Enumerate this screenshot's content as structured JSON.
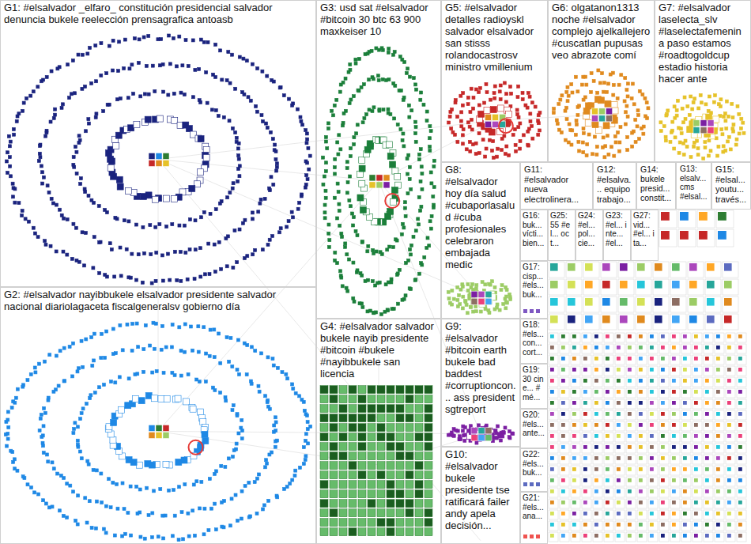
{
  "diagram": {
    "nodes": [
      {
        "text": [
          "G1: #elsalvador _elfaro_ constitución presidencial salvador denuncia bukele reelección prensagrafica antoasb"
        ]
      },
      {
        "text": [
          "G2: #elsalvador nayibbukele elsalvador presidente salvador nacional diariolagaceta fiscalgeneralsv gobierno día"
        ]
      },
      {
        "text": [
          "G3: usd sat #elsalvador #bitcoin 30 btc 63 900 maxkeiser 10"
        ]
      },
      {
        "text": [
          "G4: #elsalvador salvador bukele nayib presidente #bitcoin #bukele #nayibbukele san licencia"
        ]
      },
      {
        "text": [
          "G5: #elsalvador detalles radioyskl salvador elsalvador san stisss rolandocastrosv ministro vmillenium"
        ]
      },
      {
        "text": [
          "G6: olgatanon1313 noche #elsalvador complejo ajelkallejero #cuscatlan pupusas veo abrazote comí"
        ]
      },
      {
        "text": [
          "G7: #elsalvador laselecta_slv #laselectafemenina paso estamos #roadtogoldcup estadio historia hacer ante"
        ]
      },
      {
        "text": [
          "G8: #elsalvador hoy día salud #cubaporlasalud #cuba profesionales celebraron embajada medic"
        ]
      },
      {
        "text": [
          "G9: #elsalvador #bitcoin earth bukele bad baddest #corruptioncon... ass president sgtreport"
        ]
      },
      {
        "text": [
          "G10: #elsalvador bukele presidente tse ratificará failer andy apela decisión..."
        ]
      },
      {
        "text": [
          "G11: #elsalvador nueva electrolinera..."
        ]
      },
      {
        "text": [
          "G12: #elsalva... equipo trabajo..."
        ]
      },
      {
        "text": [
          "G14: bukele presid... constit..."
        ]
      },
      {
        "text": [
          "G13: elsalv... cms #elsal..."
        ]
      },
      {
        "text": [
          "G15: #elsal... youtu... través..."
        ]
      },
      {
        "text": [
          "G16: buk... vícti... bien..."
        ]
      },
      {
        "text": [
          "G25: 55 #el... oct..."
        ]
      },
      {
        "text": [
          "G24: #el... pol... cie..."
        ]
      },
      {
        "text": [
          "G23: #el... inte... #el..."
        ]
      },
      {
        "text": [
          "G27: vid... #el... ita..."
        ]
      },
      {
        "text": [
          "G17: cisp... #els... buk..."
        ]
      },
      {
        "text": [
          "G18: #els... con... cort..."
        ]
      },
      {
        "text": [
          "G19: 30 cine... #mé..."
        ]
      },
      {
        "text": [
          "G20: #els... ante..."
        ]
      },
      {
        "text": [
          "G22: #els... buk..."
        ]
      },
      {
        "text": [
          "G21: #els... ana..."
        ]
      }
    ]
  }
}
